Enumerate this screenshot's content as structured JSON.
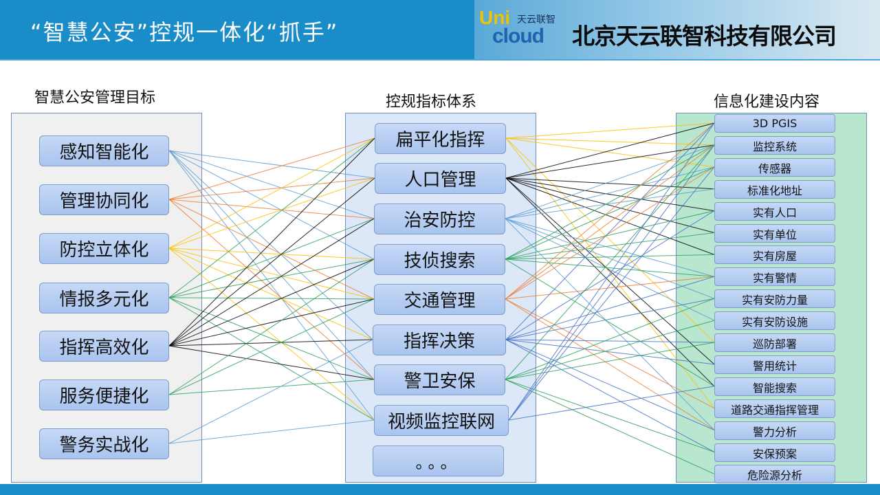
{
  "header": {
    "title": "“智慧公安”控规一体化“抓手”",
    "logo_uni": "Uni",
    "logo_tag": "天云联智",
    "logo_cloud": "cloud",
    "company": "北京天云联智科技有限公司"
  },
  "columns": {
    "left_title": "智慧公安管理目标",
    "mid_title": "控规指标体系",
    "right_title": "信息化建设内容"
  },
  "goals": [
    "感知智能化",
    "管理协同化",
    "防控立体化",
    "情报多元化",
    "指挥高效化",
    "服务便捷化",
    "警务实战化"
  ],
  "indicators": [
    "扁平化指挥",
    "人口管理",
    "治安防控",
    "技侦搜索",
    "交通管理",
    "指挥决策",
    "警卫安保",
    "视频监控联网",
    "。。。"
  ],
  "contents": [
    "3D PGIS",
    "监控系统",
    "传感器",
    "标准化地址",
    "实有人口",
    "实有单位",
    "实有房屋",
    "实有警情",
    "实有安防力量",
    "实有安防设施",
    "巡防部署",
    "警用统计",
    "智能搜索",
    "道路交通指挥管理",
    "警力分析",
    "安保预案",
    "危险源分析"
  ],
  "colors": {
    "header_bar": "#1a8cc7",
    "box_fill": "#b7cef2",
    "left_panel": "#f0f0f0",
    "mid_panel": "#dce8f8",
    "right_panel": "#b8e6cf",
    "links": [
      "#5b9bd5",
      "#ed7d31",
      "#ffc000",
      "#2ca05a",
      "#000000",
      "#4472c4"
    ]
  },
  "links": {
    "goal_to_indicator": [
      {
        "from": 0,
        "to": [
          1,
          2,
          3,
          5,
          6,
          7
        ],
        "color": "#5b9bd5"
      },
      {
        "from": 1,
        "to": [
          0,
          1,
          2,
          4,
          6
        ],
        "color": "#ed7d31"
      },
      {
        "from": 2,
        "to": [
          0,
          1,
          3,
          4,
          5,
          7
        ],
        "color": "#ffc000"
      },
      {
        "from": 3,
        "to": [
          0,
          2,
          3,
          4,
          6,
          7
        ],
        "color": "#2ca05a"
      },
      {
        "from": 4,
        "to": [
          0,
          1,
          2,
          3,
          4,
          5,
          6
        ],
        "color": "#000000"
      },
      {
        "from": 5,
        "to": [
          3,
          4,
          6
        ],
        "color": "#2ca05a"
      },
      {
        "from": 6,
        "to": [
          5,
          7
        ],
        "color": "#5b9bd5"
      }
    ],
    "indicator_to_content": [
      {
        "from": 0,
        "to": [
          0,
          1,
          2,
          10,
          13
        ],
        "color": "#ffc000"
      },
      {
        "from": 1,
        "to": [
          0,
          1,
          3,
          4,
          5,
          6,
          11,
          12
        ],
        "color": "#000000"
      },
      {
        "from": 2,
        "to": [
          1,
          2,
          3,
          7,
          8,
          9,
          14
        ],
        "color": "#5b9bd5"
      },
      {
        "from": 3,
        "to": [
          1,
          2,
          4,
          5,
          6,
          7,
          12
        ],
        "color": "#2ca05a"
      },
      {
        "from": 4,
        "to": [
          0,
          1,
          2,
          7,
          13,
          14
        ],
        "color": "#ed7d31"
      },
      {
        "from": 5,
        "to": [
          0,
          4,
          7,
          8,
          10,
          11,
          14,
          15
        ],
        "color": "#4472c4"
      },
      {
        "from": 6,
        "to": [
          1,
          8,
          9,
          10,
          15,
          16
        ],
        "color": "#2ca05a"
      },
      {
        "from": 7,
        "to": [
          0,
          1,
          2,
          12
        ],
        "color": "#4472c4"
      }
    ]
  }
}
